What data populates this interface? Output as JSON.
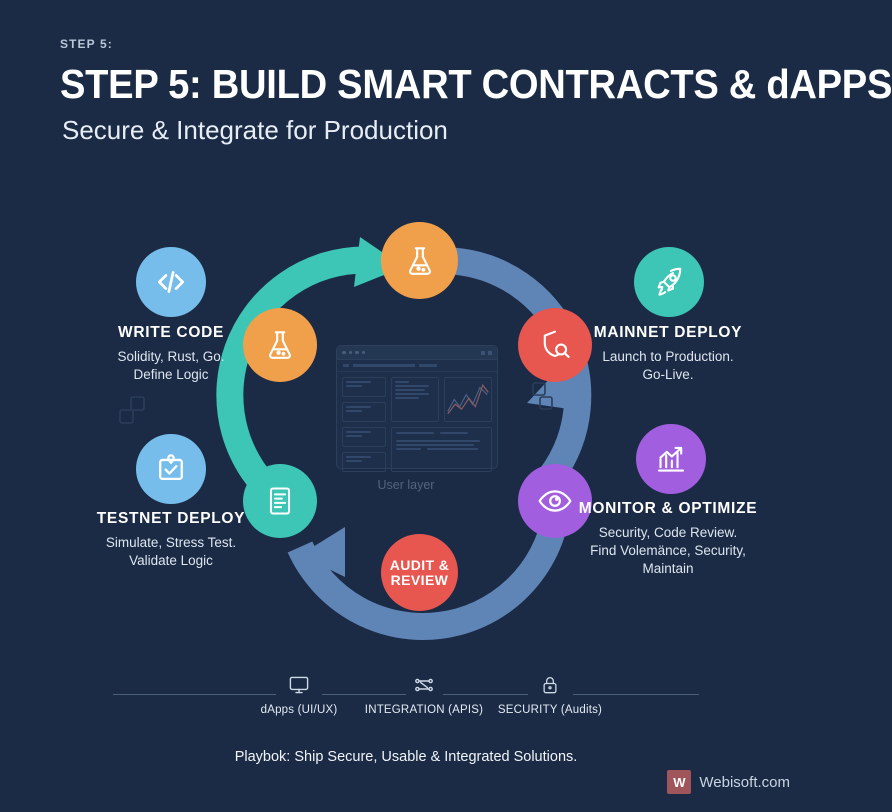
{
  "header": {
    "eyebrow": "STEP 5:",
    "title": "STEP 5: BUILD SMART CONTRACTS & dAPPS",
    "subtitle": "Secure & Integrate for Production"
  },
  "colors": {
    "background": "#1b2b45",
    "teal": "#3dc5b5",
    "blue_arc": "#5f84b6",
    "orange": "#f0a04b",
    "red": "#e7564f",
    "purple": "#a15fe0",
    "light_blue": "#76bdec",
    "white": "#ffffff"
  },
  "cycle": {
    "center_caption": "User layer",
    "nodes": [
      {
        "id": "build",
        "label": "",
        "icon": "flask-icon",
        "color": "#f0a04b",
        "position": "top"
      },
      {
        "id": "audit-security",
        "label": "",
        "icon": "shield-search-icon",
        "color": "#e7564f",
        "position": "right-top"
      },
      {
        "id": "monitor",
        "label": "",
        "icon": "eye-icon",
        "color": "#a15fe0",
        "position": "right-bottom"
      },
      {
        "id": "audit-review",
        "label": "AUDIT & REVIEW",
        "icon": "",
        "color": "#e7564f",
        "position": "bottom"
      },
      {
        "id": "contracts",
        "label": "",
        "icon": "document-icon",
        "color": "#3dc5b5",
        "position": "left-bottom"
      },
      {
        "id": "experiment",
        "label": "",
        "icon": "flask-icon",
        "color": "#f0a04b",
        "position": "left-top"
      }
    ]
  },
  "steps": [
    {
      "id": "write-code",
      "title": "WRITE CODE",
      "desc_lines": [
        "Solidity, Rust, Go.",
        "Define Logic"
      ],
      "icon": "code-brackets-icon",
      "color": "#76bdec"
    },
    {
      "id": "testnet-deploy",
      "title": "TESTNET DEPLOY",
      "desc_lines": [
        "Simulate, Stress Test.",
        "Validate Logic"
      ],
      "icon": "clipboard-check-icon",
      "color": "#76bdec"
    },
    {
      "id": "mainnet-deploy",
      "title": "MAINNET DEPLOY",
      "desc_lines": [
        "Launch to Production.",
        "Go-Live."
      ],
      "icon": "rocket-icon",
      "color": "#3dc5b5"
    },
    {
      "id": "monitor-optimize",
      "title": "MONITOR & OPTIMIZE",
      "desc_lines": [
        "Security, Code Review.",
        "Find Volemänce, Security,",
        "Maintain"
      ],
      "icon": "growth-chart-icon",
      "color": "#a15fe0"
    }
  ],
  "footer": {
    "items": [
      {
        "id": "dapps",
        "label": "dApps (UI/UX)",
        "icon": "monitor-icon"
      },
      {
        "id": "integration",
        "label": "INTEGRATION (APIS)",
        "icon": "nodes-icon"
      },
      {
        "id": "security",
        "label": "SECURITY (Audits)",
        "icon": "lock-icon"
      }
    ],
    "tagline": "Playbok: Ship Secure, Usable & Integrated Solutions.",
    "brand": {
      "mark": "W",
      "name": "Webisoft.com"
    }
  }
}
